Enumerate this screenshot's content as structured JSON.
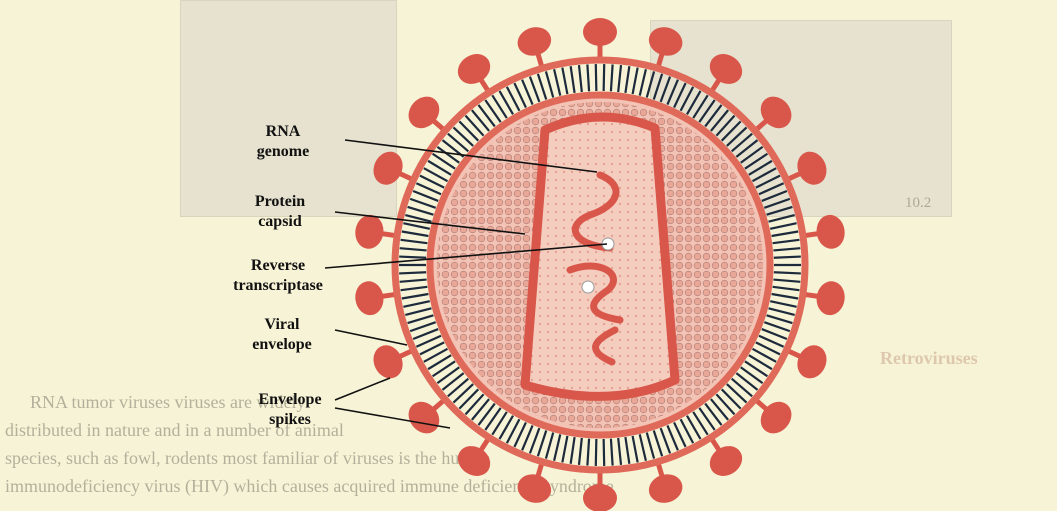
{
  "diagram": {
    "labels": {
      "rna": [
        "RNA",
        "genome"
      ],
      "capsid": [
        "Protein",
        "capsid"
      ],
      "rt": [
        "Reverse",
        "transcriptase"
      ],
      "envelope": [
        "Viral",
        "envelope"
      ],
      "spikes": [
        "Envelope",
        "spikes"
      ]
    },
    "colors": {
      "spike": "#d9574a",
      "membrane_heads": "#e06a5a",
      "membrane_tails": "#1c2a3c",
      "capsid_fill": "#f3c3b5",
      "capsid_dots": "#e39a8c",
      "core_fill": "#f5cdbf",
      "rna": "#d9574a"
    },
    "spike_count": 22
  },
  "background": {
    "heading": "Retroviruses",
    "lines": [
      "RNA tumor viruses                                    viruses are widely",
      "distributed in nature and                             in a number of animal",
      "species, such as fowl, rodents                 most familiar of viruses is the human",
      "immunodeficiency virus (HIV) which causes acquired immune deficiency syndrome"
    ],
    "fig_num": "10.2"
  }
}
